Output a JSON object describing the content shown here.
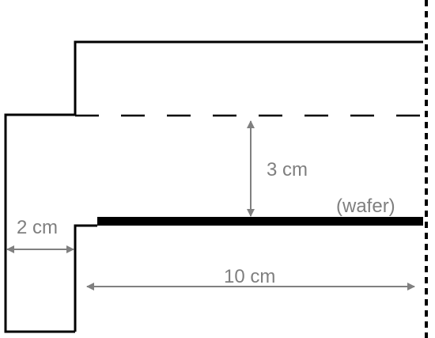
{
  "labels": {
    "gap_height": "3 cm",
    "wafer": "(wafer)",
    "edge_width": "2 cm",
    "wafer_radius": "10 cm"
  },
  "colors": {
    "outline": "#000000",
    "dimension": "#808080",
    "background": "#ffffff"
  }
}
